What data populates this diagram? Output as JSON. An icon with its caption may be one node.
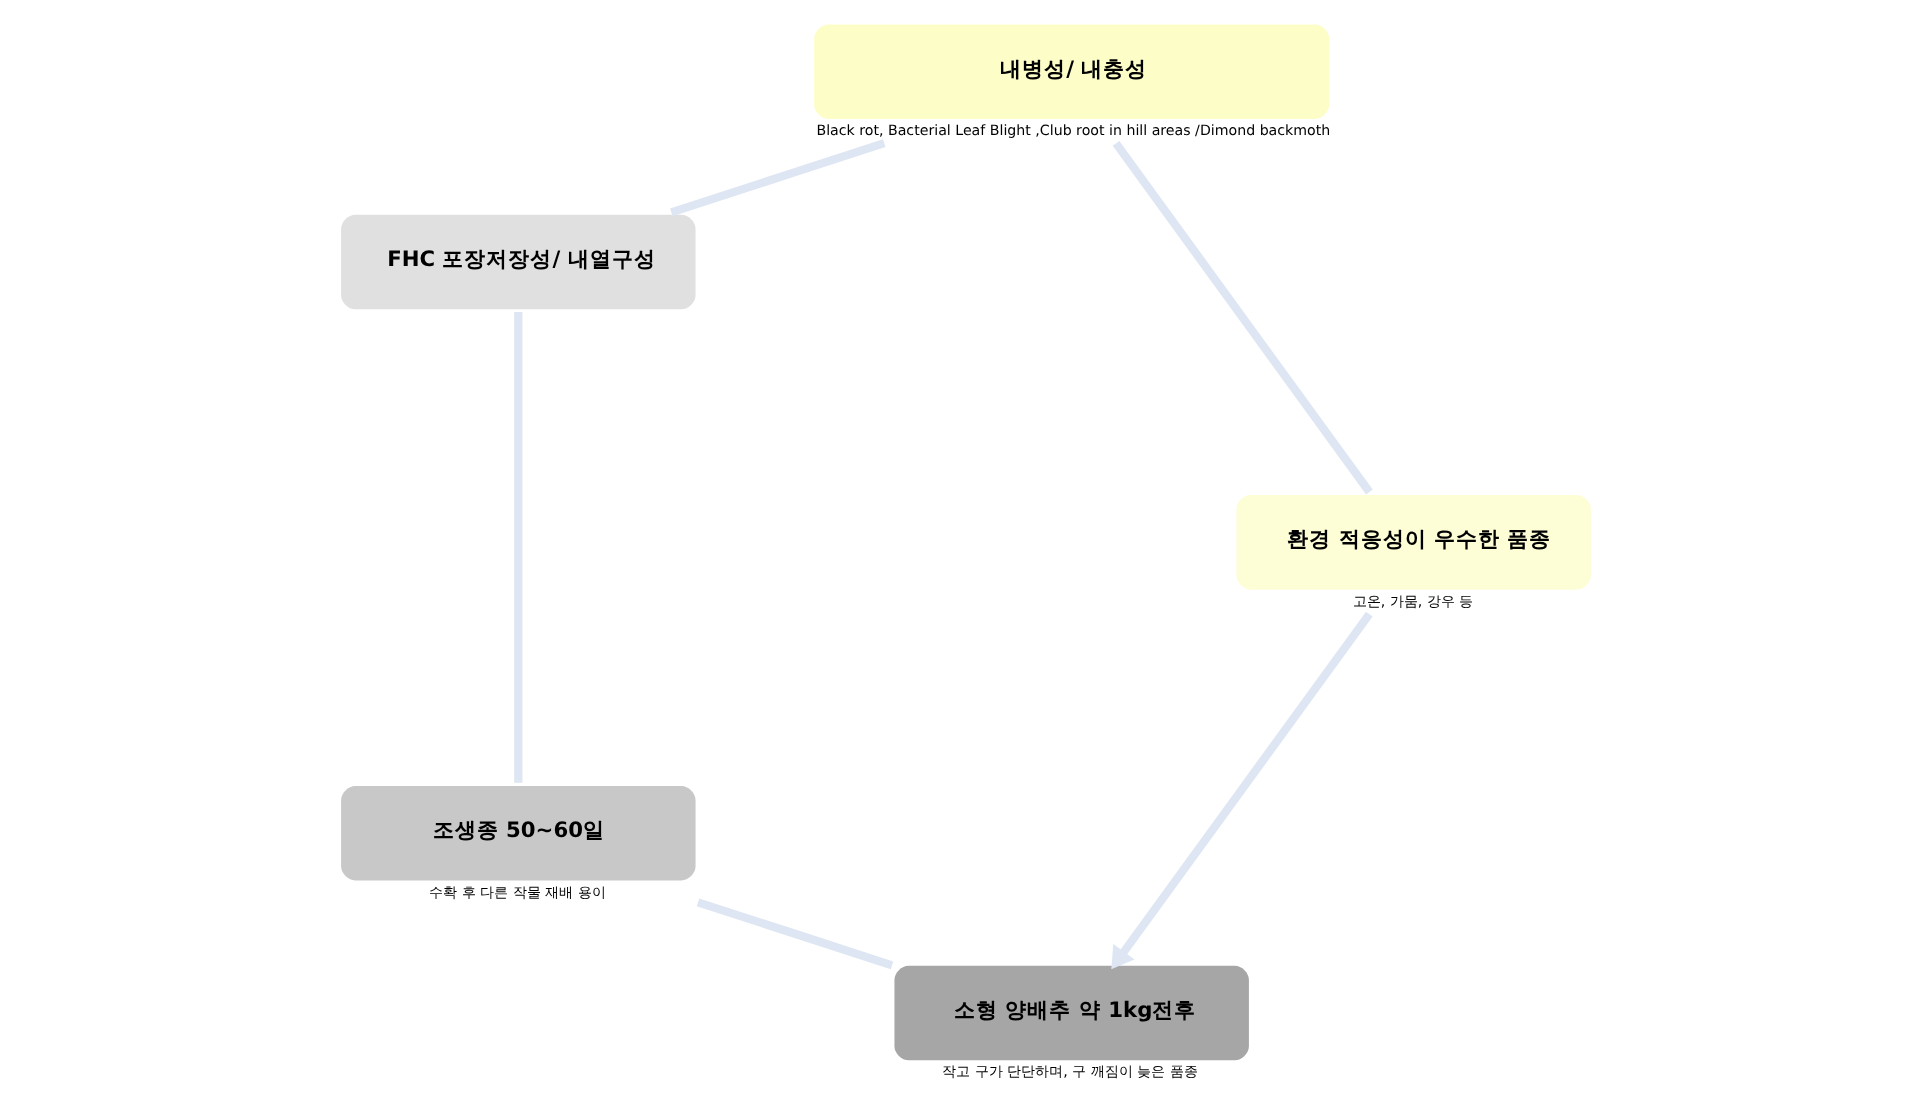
{
  "diagram": {
    "nodes": [
      {
        "text": [
          "소형 양배추 약 1kg전후"
        ],
        "beside": [
          "작고 구가 단단하며, 구 깨짐이 늦은 품종"
        ]
      },
      {
        "text": [
          "환경 적응성이 우수한 품종"
        ],
        "beside": [
          "고온, 가뭄, 강우 등"
        ]
      },
      {
        "text": [
          "조생종 50~60일"
        ],
        "beside": [
          "수확 후 다른 작물 재배 용이"
        ]
      },
      {
        "text": [
          "내병성/ 내충성"
        ],
        "beside": [
          "Black rot, Bacterial Leaf Blight ,Club root in hill areas /Dimond backmoth"
        ]
      },
      {
        "text": [
          "FHC 포장저장성/ 내열구성"
        ]
      }
    ],
    "edges": [
      {
        "from": 0,
        "to": 2,
        "arrow": "none"
      },
      {
        "from": 2,
        "to": 4,
        "arrow": "none"
      },
      {
        "from": 4,
        "to": 3,
        "arrow": "none"
      },
      {
        "from": 3,
        "to": 1,
        "arrow": "none"
      },
      {
        "from": 1,
        "to": 0,
        "arrow": "to"
      }
    ]
  }
}
